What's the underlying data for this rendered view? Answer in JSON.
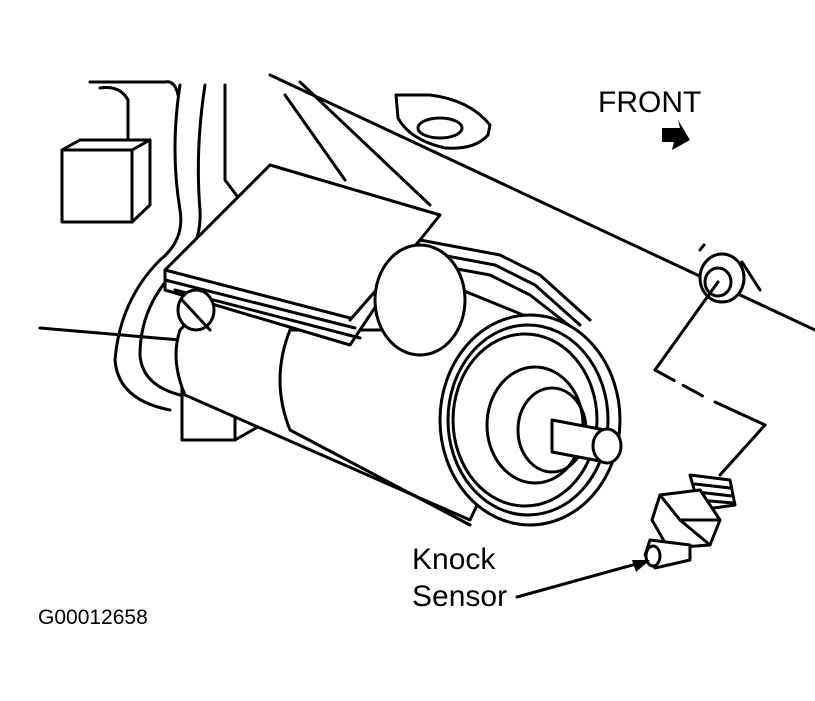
{
  "labels": {
    "front": "FRONT",
    "knock": "Knock",
    "sensor": "Sensor",
    "figure_code": "G00012658"
  },
  "colors": {
    "ink": "#000000",
    "background": "#ffffff"
  }
}
